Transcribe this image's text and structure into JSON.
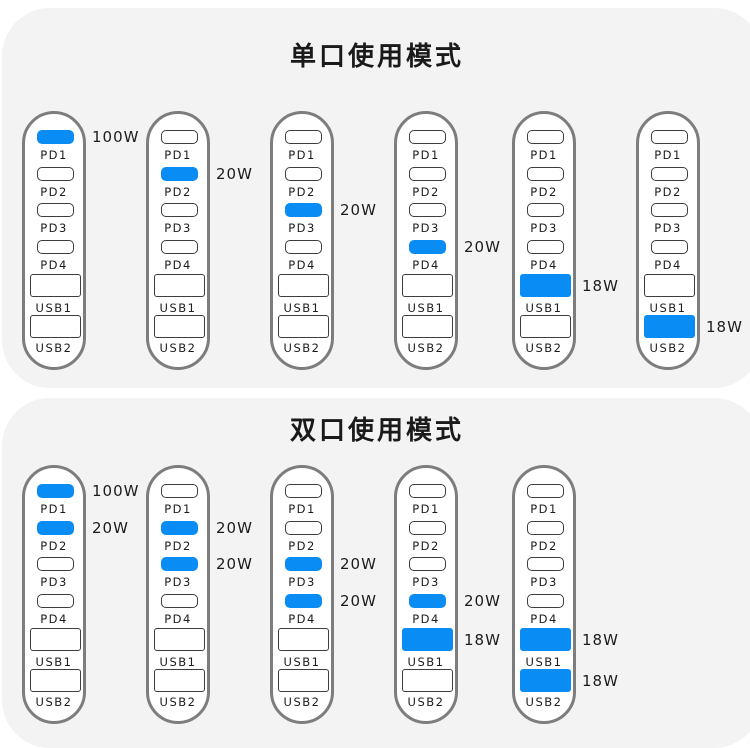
{
  "sections": [
    {
      "title": "单口使用模式",
      "strips": [
        {
          "active": [
            "PD1"
          ],
          "watts": [
            {
              "port": "PD1",
              "text": "100W"
            }
          ]
        },
        {
          "active": [
            "PD2"
          ],
          "watts": [
            {
              "port": "PD2",
              "text": "20W"
            }
          ]
        },
        {
          "active": [
            "PD3"
          ],
          "watts": [
            {
              "port": "PD3",
              "text": "20W"
            }
          ]
        },
        {
          "active": [
            "PD4"
          ],
          "watts": [
            {
              "port": "PD4",
              "text": "20W"
            }
          ]
        },
        {
          "active": [
            "USB1"
          ],
          "watts": [
            {
              "port": "USB1",
              "text": "18W"
            }
          ]
        },
        {
          "active": [
            "USB2"
          ],
          "watts": [
            {
              "port": "USB2",
              "text": "18W"
            }
          ]
        }
      ]
    },
    {
      "title": "双口使用模式",
      "strips": [
        {
          "active": [
            "PD1",
            "PD2"
          ],
          "watts": [
            {
              "port": "PD1",
              "text": "100W"
            },
            {
              "port": "PD2",
              "text": "20W"
            }
          ]
        },
        {
          "active": [
            "PD2",
            "PD3"
          ],
          "watts": [
            {
              "port": "PD2",
              "text": "20W"
            },
            {
              "port": "PD3",
              "text": "20W"
            }
          ]
        },
        {
          "active": [
            "PD3",
            "PD4"
          ],
          "watts": [
            {
              "port": "PD3",
              "text": "20W"
            },
            {
              "port": "PD4",
              "text": "20W"
            }
          ]
        },
        {
          "active": [
            "PD4",
            "USB1"
          ],
          "watts": [
            {
              "port": "PD4",
              "text": "20W"
            },
            {
              "port": "USB1",
              "text": "18W"
            }
          ]
        },
        {
          "active": [
            "USB1",
            "USB2"
          ],
          "watts": [
            {
              "port": "USB1",
              "text": "18W"
            },
            {
              "port": "USB2",
              "text": "18W"
            }
          ]
        }
      ]
    }
  ],
  "port_labels": [
    "PD1",
    "PD2",
    "PD3",
    "PD4",
    "USB1",
    "USB2"
  ],
  "colors": {
    "active": "#0a8cf5",
    "strip_border": "#7d7d7d",
    "panel": "#f3f3f3"
  }
}
